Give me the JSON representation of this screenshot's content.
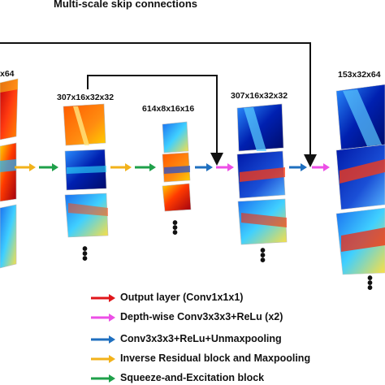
{
  "diagram": {
    "title": "Multi-scale skip connections",
    "stage_labels": [
      "x64",
      "307x16x32x32",
      "614x8x16x16",
      "307x16x32x32",
      "153x32x64"
    ],
    "legend": [
      {
        "label": "Output layer (Conv1x1x1)",
        "color": "#e0161b"
      },
      {
        "label": "Depth-wise Conv3x3x3+ReLu (x2)",
        "color": "#ec4fe6"
      },
      {
        "label": "Conv3x3x3+ReLu+Unmaxpooling",
        "color": "#1f6fbf"
      },
      {
        "label": "Inverse Residual block and Maxpooling",
        "color": "#f2b21b"
      },
      {
        "label": "Squeeze-and-Excitation block",
        "color": "#1fa04a"
      }
    ]
  }
}
